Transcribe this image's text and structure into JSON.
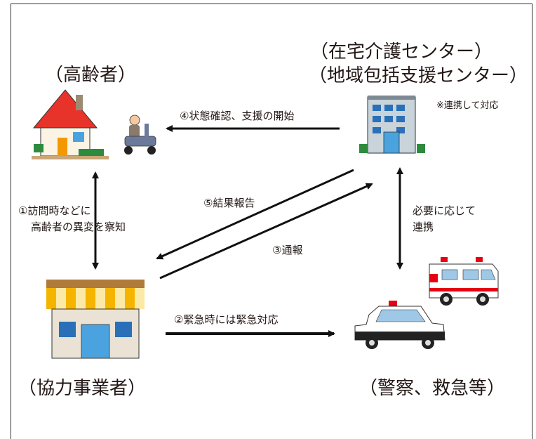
{
  "nodes": {
    "elderly": {
      "label": "（高齢者）"
    },
    "centers": {
      "line1": "（在宅介護センター）",
      "line2": "（地域包括支援センター）",
      "note": "※連携して対応"
    },
    "partner": {
      "label": "（協力事業者）"
    },
    "emergency": {
      "label": "（警察、救急等）"
    }
  },
  "edges": {
    "e1": {
      "line1": "①訪問時などに",
      "line2": "高齢者の異変を察知"
    },
    "e2": {
      "label": "②緊急時には緊急対応"
    },
    "e3": {
      "label": "③通報"
    },
    "e4": {
      "label": "④状態確認、支援の開始"
    },
    "e5": {
      "label": "⑤結果報告"
    },
    "e6": {
      "line1": "必要に応じて",
      "line2": "連携"
    }
  },
  "colors": {
    "roof_red": "#e8332a",
    "awning_yellow": "#f5b400",
    "building_gray": "#9aa2a8",
    "window_blue": "#4aa3df",
    "ambulance_red": "#e60012",
    "line": "#111111"
  }
}
